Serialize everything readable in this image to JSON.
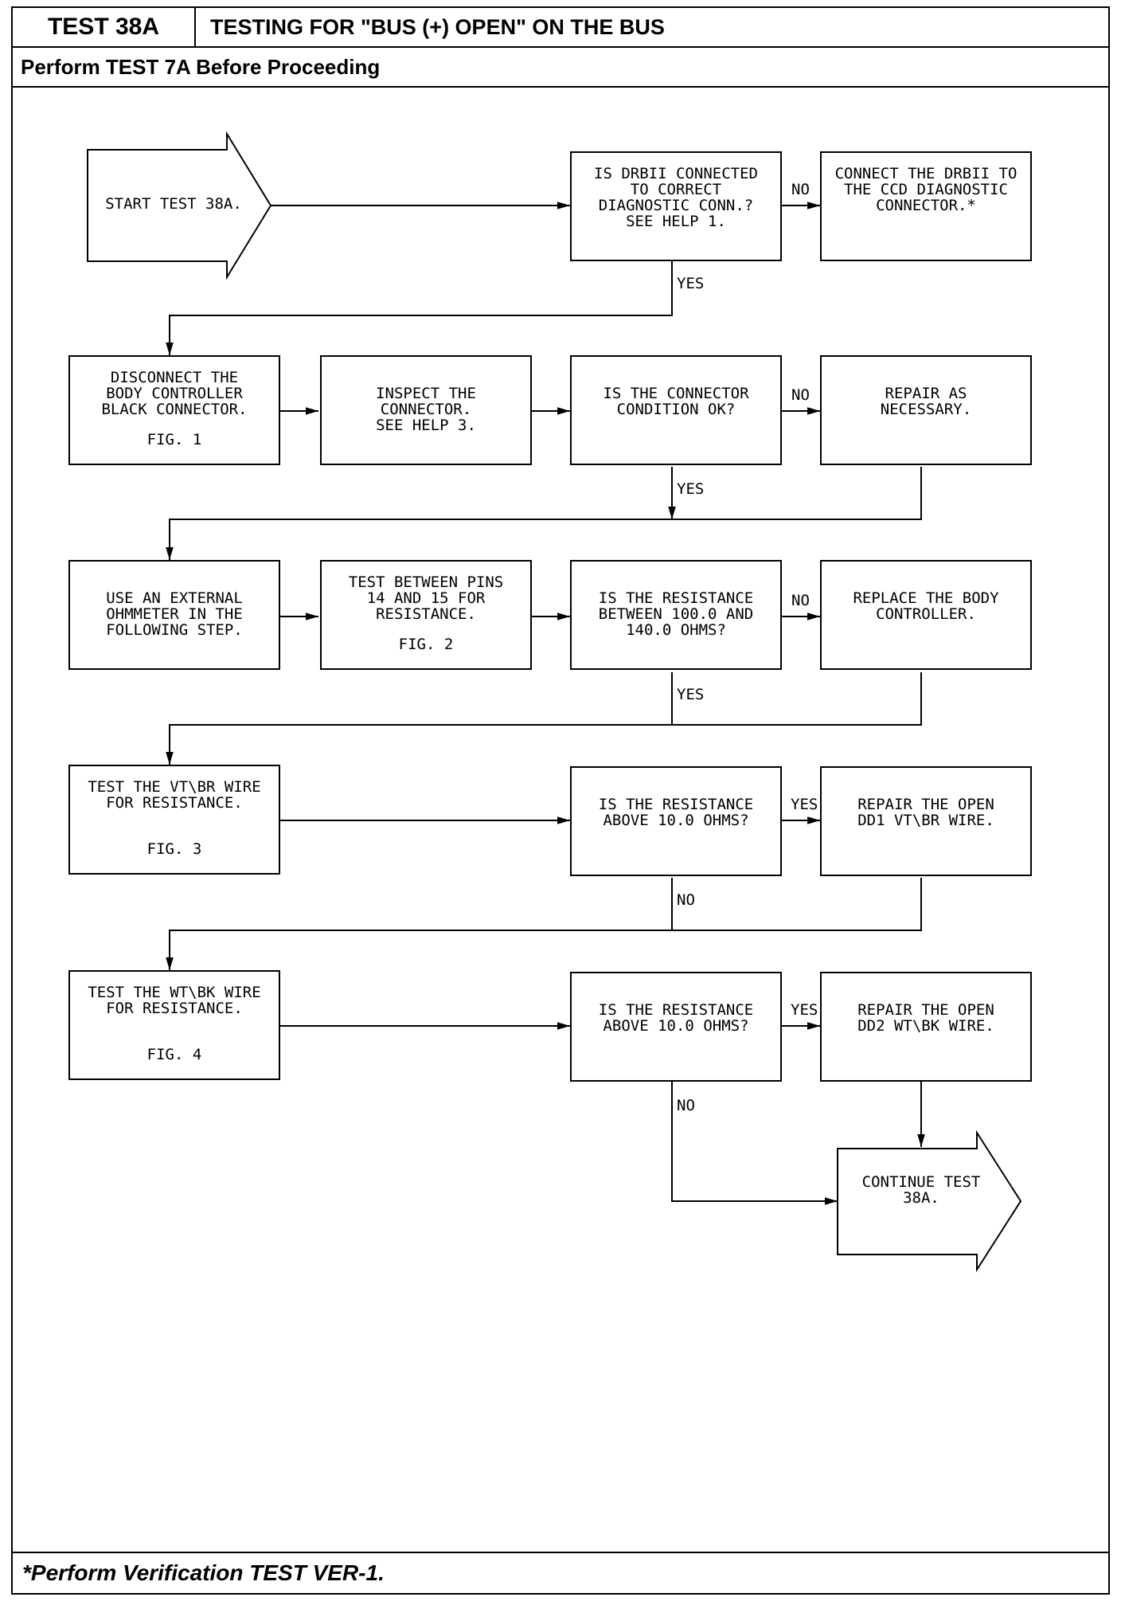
{
  "header": {
    "test_id": "TEST 38A",
    "title": "TESTING FOR \"BUS (+) OPEN\" ON THE BUS",
    "prerequisite": "Perform TEST 7A Before Proceeding"
  },
  "footer": {
    "note": "*Perform Verification TEST VER-1."
  },
  "flow": {
    "start": [
      "START TEST 38A."
    ],
    "q1": [
      "IS DRBII CONNECTED",
      "TO CORRECT",
      "DIAGNOSTIC CONN.?",
      "SEE HELP 1."
    ],
    "a1": [
      "CONNECT THE DRBII TO",
      "THE CCD DIAGNOSTIC",
      "CONNECTOR.*"
    ],
    "s1": [
      "DISCONNECT THE",
      "BODY CONTROLLER",
      "BLACK CONNECTOR."
    ],
    "s1_fig": "FIG. 1",
    "s2": [
      "INSPECT THE",
      "CONNECTOR.",
      "SEE HELP 3."
    ],
    "q2": [
      "IS THE CONNECTOR",
      "CONDITION OK?"
    ],
    "a2": [
      "REPAIR AS",
      "NECESSARY."
    ],
    "s3": [
      "USE AN EXTERNAL",
      "OHMMETER IN THE",
      "FOLLOWING STEP."
    ],
    "s4": [
      "TEST BETWEEN PINS",
      "14 AND 15 FOR",
      "RESISTANCE."
    ],
    "s4_fig": "FIG. 2",
    "q3": [
      "IS THE RESISTANCE",
      "BETWEEN 100.0 AND",
      "140.0 OHMS?"
    ],
    "a3": [
      "REPLACE THE BODY",
      "CONTROLLER."
    ],
    "s5": [
      "TEST THE VT\\BR WIRE",
      "FOR RESISTANCE."
    ],
    "s5_fig": "FIG. 3",
    "q4": [
      "IS THE RESISTANCE",
      "ABOVE 10.0 OHMS?"
    ],
    "a4": [
      "REPAIR THE OPEN",
      "DD1 VT\\BR WIRE."
    ],
    "s6": [
      "TEST THE WT\\BK WIRE",
      "FOR RESISTANCE."
    ],
    "s6_fig": "FIG. 4",
    "q5": [
      "IS THE RESISTANCE",
      "ABOVE 10.0 OHMS?"
    ],
    "a5": [
      "REPAIR THE OPEN",
      "DD2 WT\\BK WIRE."
    ],
    "end": [
      "CONTINUE TEST",
      "38A."
    ],
    "labels": {
      "yes": "YES",
      "no": "NO"
    }
  }
}
